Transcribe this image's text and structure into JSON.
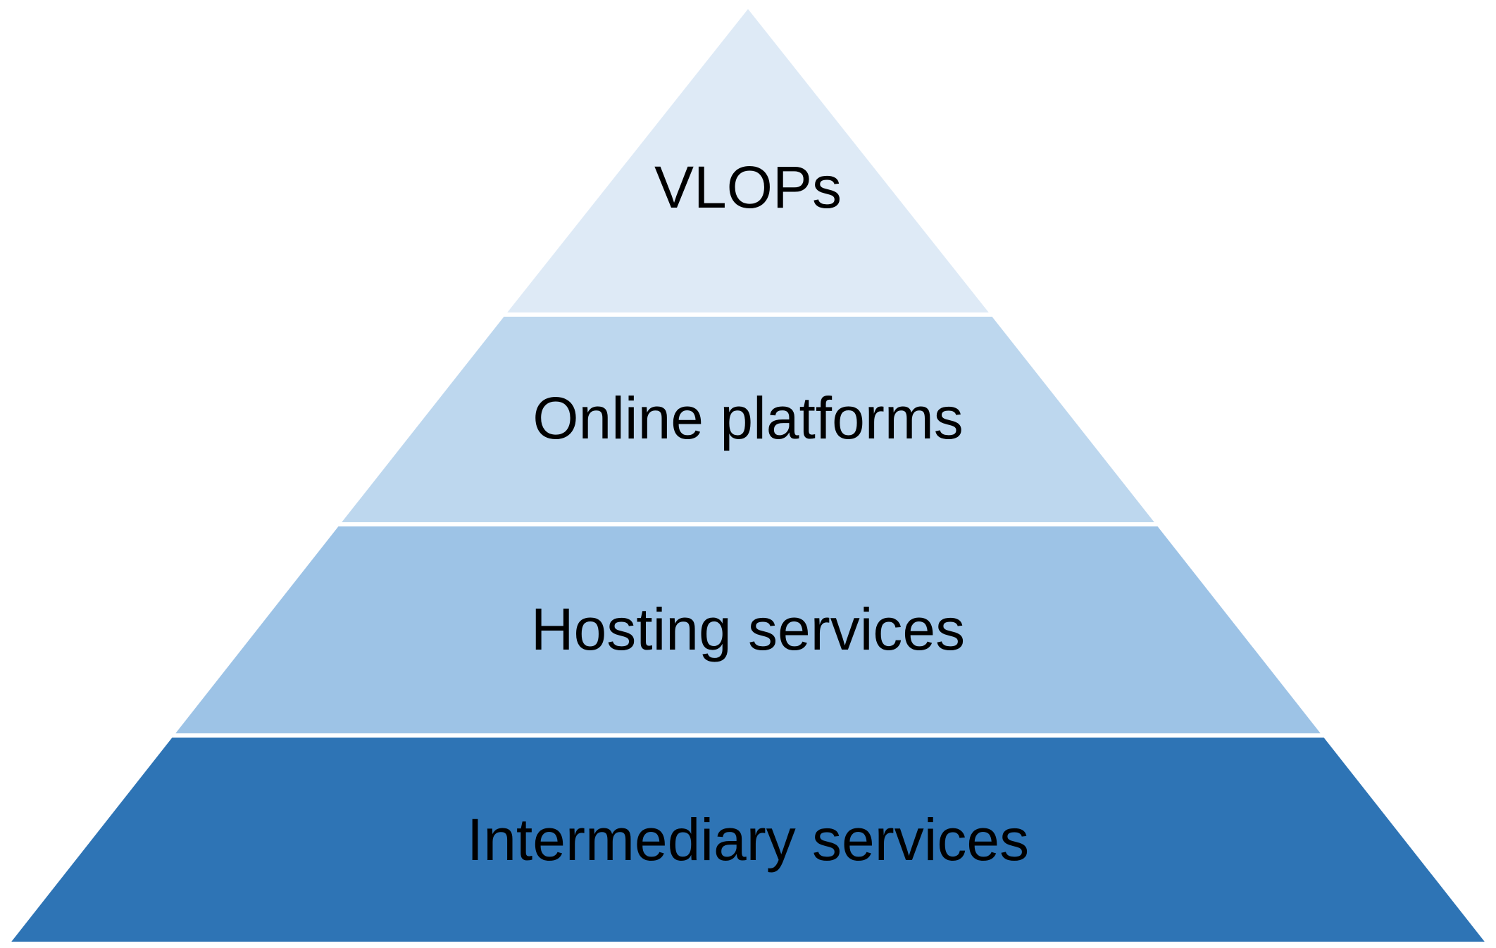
{
  "diagram": {
    "type": "pyramid",
    "tiers": [
      {
        "label": "VLOPs",
        "color": "#DEEAF6"
      },
      {
        "label": "Online platforms",
        "color": "#BDD7EE"
      },
      {
        "label": "Hosting services",
        "color": "#9DC3E6"
      },
      {
        "label": "Intermediary services",
        "color": "#2E74B5"
      }
    ]
  }
}
